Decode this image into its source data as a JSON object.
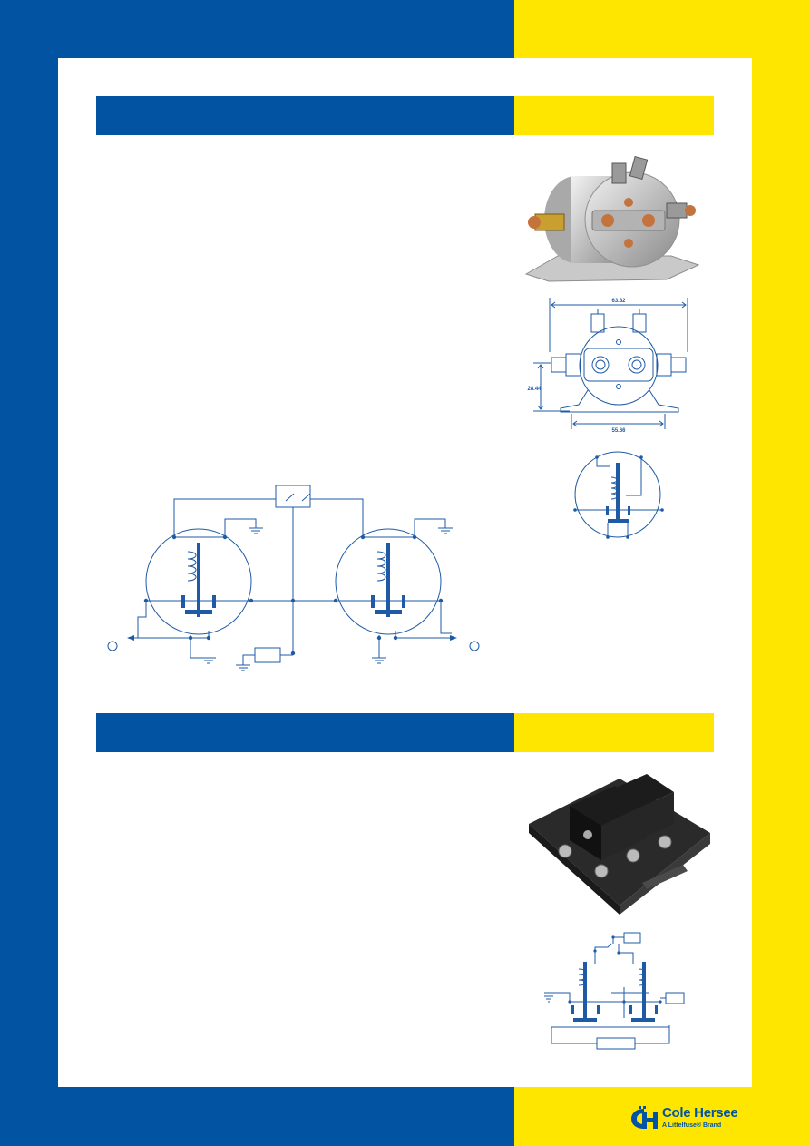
{
  "colors": {
    "brand_blue": "#0254a3",
    "brand_yellow": "#ffe600",
    "line_blue": "#1f5aa6"
  },
  "dimensions": {
    "width": "63.82",
    "height": "28.44",
    "base": "55.66"
  },
  "logo": {
    "name": "Cole Hersee",
    "sub": "A Littelfuse® Brand"
  },
  "icons": {
    "logo_mark": "ch-monogram-icon",
    "ground": "ground-symbol-icon",
    "coil": "coil-icon",
    "terminal": "terminal-circle-icon"
  }
}
